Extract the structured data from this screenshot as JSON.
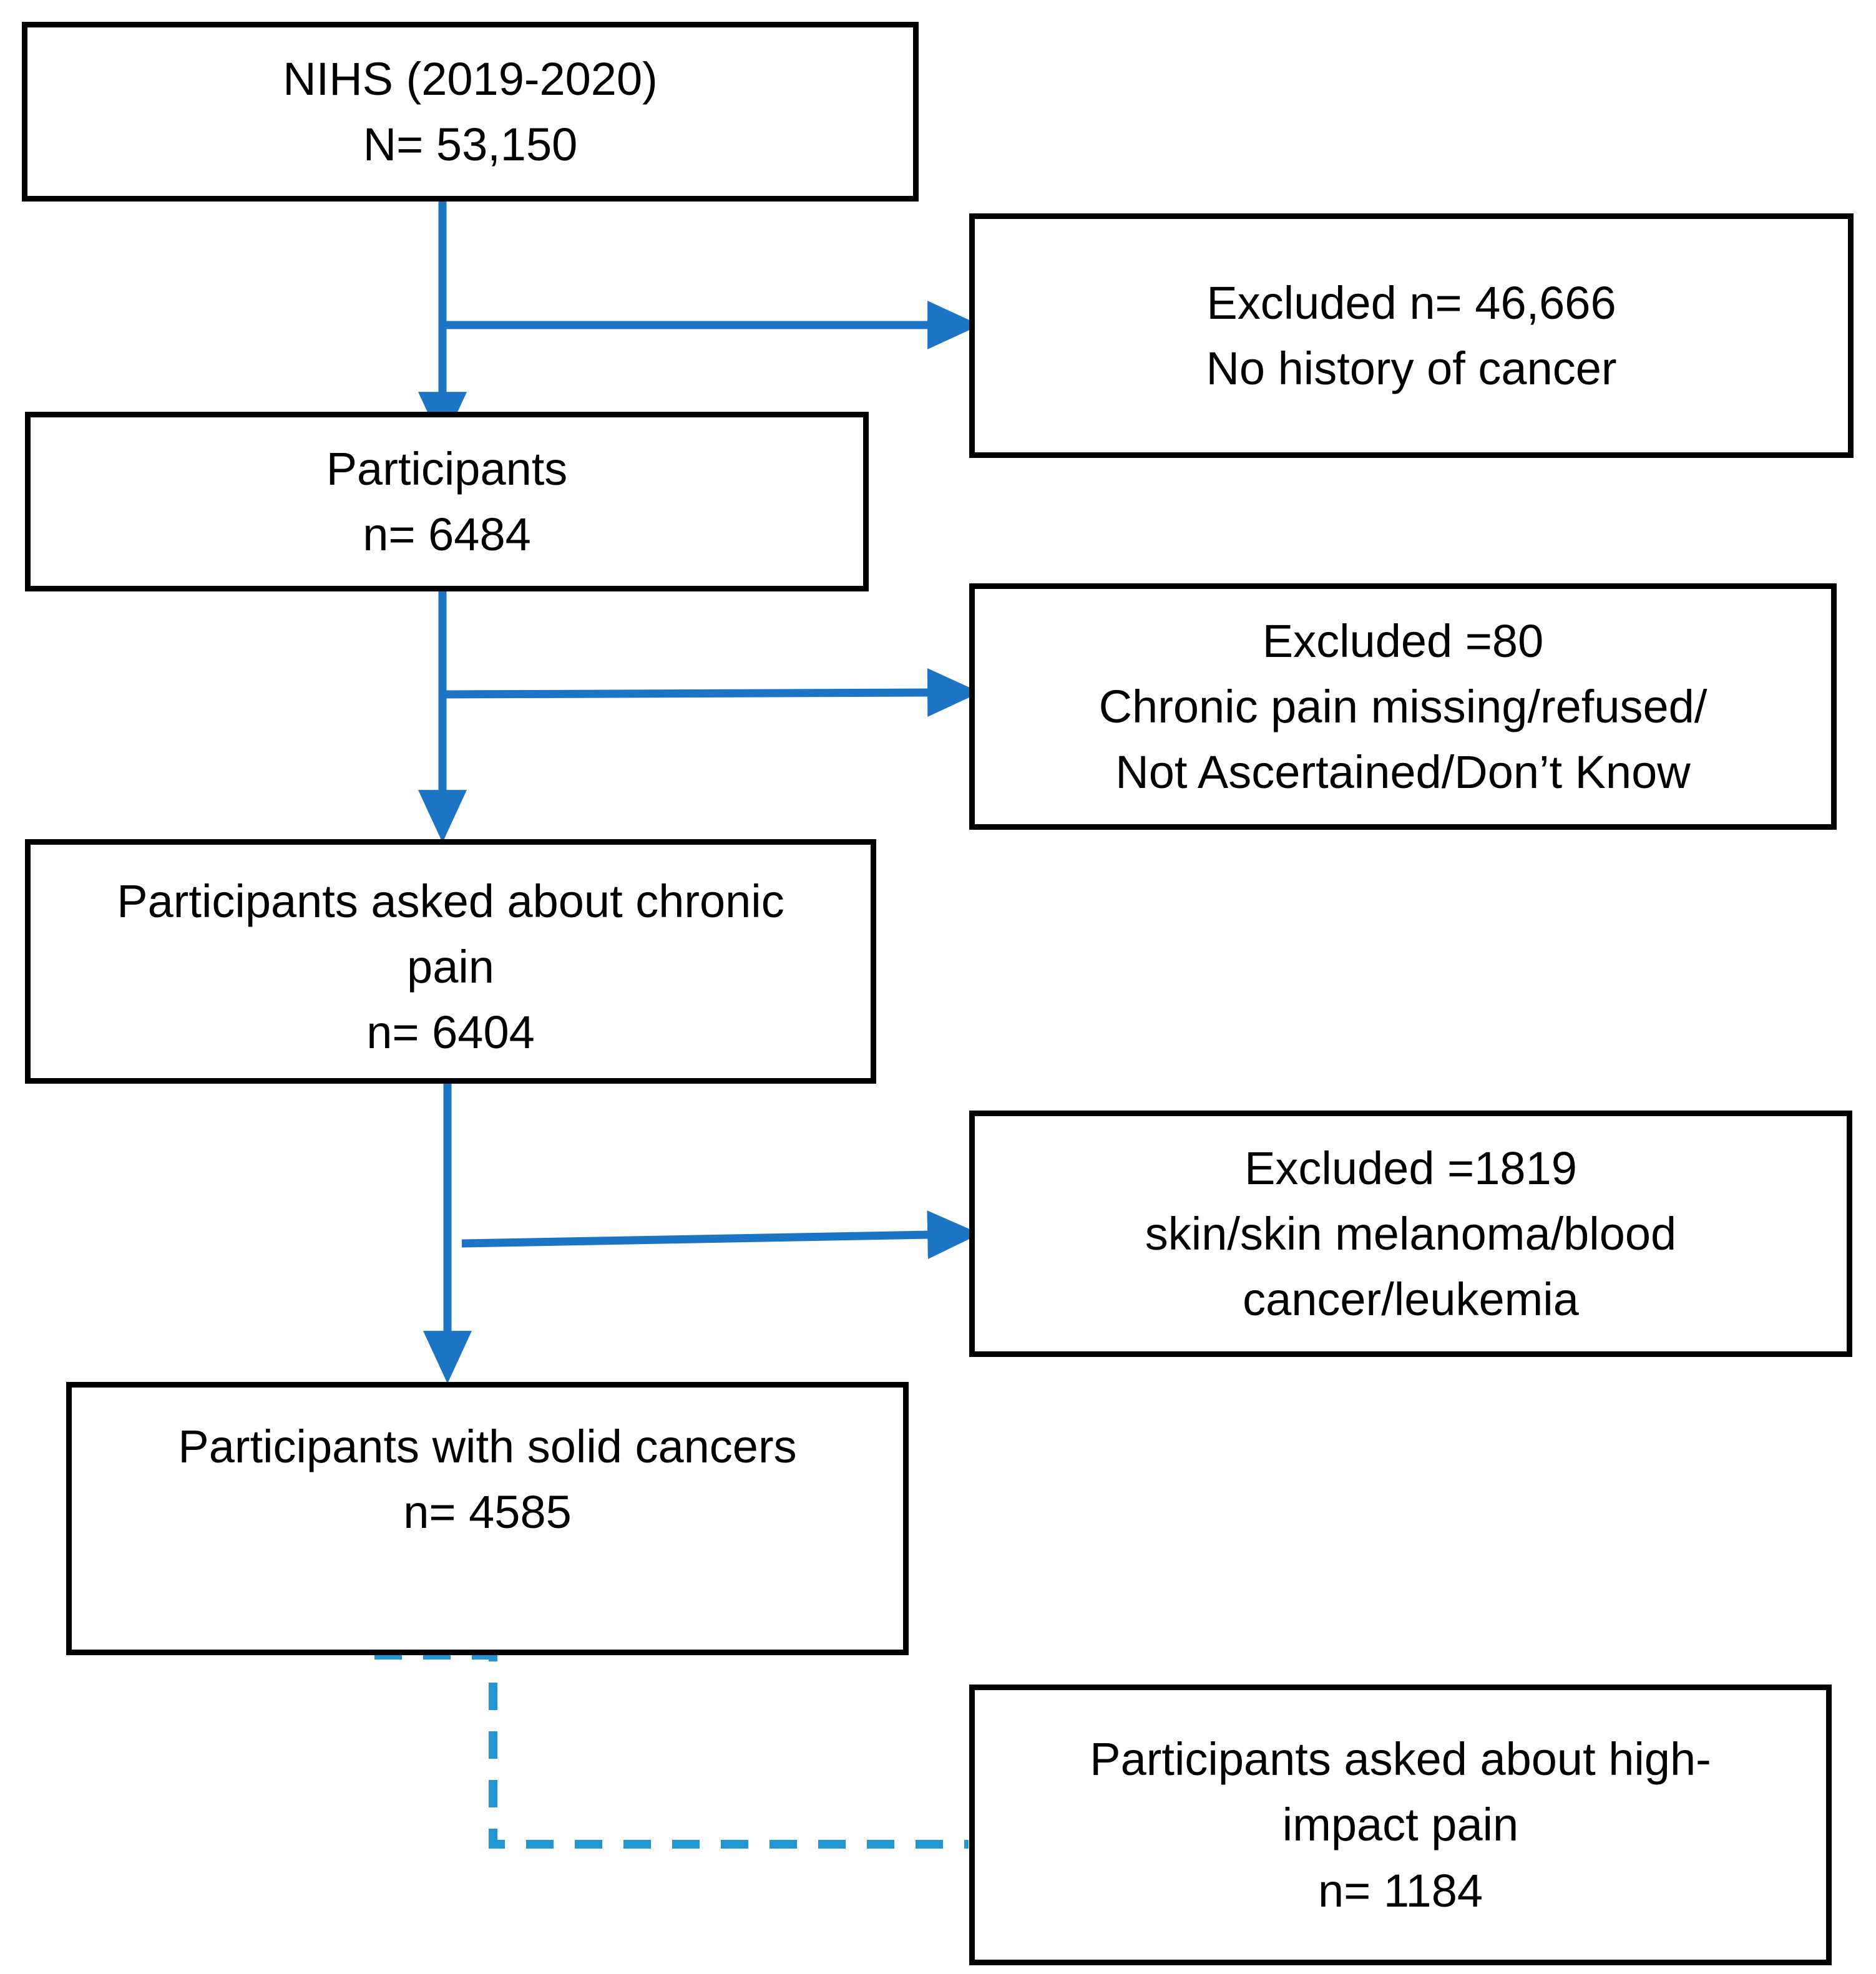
{
  "figure": {
    "type": "participant-flow-diagram",
    "accent_color": "#1B74C4",
    "box_border_color": "#000000",
    "background_color": "#FFFFFF"
  },
  "nodes": [
    {
      "id": "source-cohort",
      "name": "nihs-source-box",
      "lines": [
        "NIHS (2019-2020)",
        "N= 53,150"
      ],
      "line1": "NIHS (2019-2020)",
      "line2": "N= 53,150",
      "line3": "",
      "column": "left",
      "count_label": "N= 53,150",
      "count_value": 53150
    },
    {
      "id": "excluded-no-cancer",
      "name": "excluded-no-history-of-cancer-box",
      "lines": [
        "Excluded n= 46,666",
        "No history of cancer"
      ],
      "line1": "Excluded n= 46,666",
      "line2": "No history of cancer",
      "line3": "",
      "column": "right",
      "count_label": "Excluded n= 46,666",
      "count_value": 46666
    },
    {
      "id": "participants",
      "name": "participants-box",
      "lines": [
        "Participants",
        "n= 6484"
      ],
      "line1": "Participants",
      "line2": "n= 6484",
      "line3": "",
      "column": "left",
      "count_label": "n= 6484",
      "count_value": 6484
    },
    {
      "id": "excluded-chronic-pain-missing",
      "name": "excluded-chronic-pain-missing-box",
      "lines": [
        "Excluded =80",
        "Chronic pain missing/refused/",
        "Not Ascertained/Don’t Know"
      ],
      "line1": "Excluded =80",
      "line2": "Chronic pain missing/refused/",
      "line3": "Not Ascertained/Don’t Know",
      "column": "right",
      "count_label": "Excluded =80",
      "count_value": 80
    },
    {
      "id": "asked-chronic-pain",
      "name": "participants-asked-chronic-pain-box",
      "lines": [
        "Participants asked about chronic",
        "pain",
        "n= 6404"
      ],
      "line1": "Participants asked about chronic",
      "line2": "pain",
      "line3": "n= 6404",
      "column": "left",
      "count_label": "n= 6404",
      "count_value": 6404
    },
    {
      "id": "excluded-nonsolid",
      "name": "excluded-non-solid-cancers-box",
      "lines": [
        "Excluded =1819",
        "skin/skin melanoma/blood",
        "cancer/leukemia"
      ],
      "line1": "Excluded =1819",
      "line2": "skin/skin melanoma/blood",
      "line3": "cancer/leukemia",
      "column": "right",
      "count_label": "Excluded =1819",
      "count_value": 1819
    },
    {
      "id": "solid-cancers",
      "name": "participants-with-solid-cancers-box",
      "lines": [
        "Participants with solid cancers",
        "n= 4585"
      ],
      "line1": "Participants with solid cancers",
      "line2": "n= 4585",
      "line3": "",
      "column": "left",
      "count_label": "n= 4585",
      "count_value": 4585
    },
    {
      "id": "asked-high-impact-pain",
      "name": "participants-asked-high-impact-pain-box",
      "lines": [
        "Participants asked about high-",
        "impact pain",
        "n= 1184"
      ],
      "line1": "Participants asked about high-",
      "line2": "impact pain",
      "line3": "n= 1184",
      "column": "right",
      "count_label": "n= 1184",
      "count_value": 1184
    }
  ],
  "connectors": [
    {
      "name": "source-to-participants",
      "style": "solid",
      "direction": "down"
    },
    {
      "name": "source-to-excluded-no-cancer",
      "style": "solid",
      "direction": "right"
    },
    {
      "name": "participants-to-asked-chronic-pain",
      "style": "solid",
      "direction": "down"
    },
    {
      "name": "participants-to-excluded-chronic-pain-missing",
      "style": "solid",
      "direction": "right"
    },
    {
      "name": "asked-chronic-pain-to-solid-cancers",
      "style": "solid",
      "direction": "down"
    },
    {
      "name": "asked-chronic-pain-to-excluded-nonsolid",
      "style": "solid",
      "direction": "right"
    },
    {
      "name": "solid-cancers-to-high-impact-pain",
      "style": "dashed",
      "direction": "right"
    }
  ]
}
